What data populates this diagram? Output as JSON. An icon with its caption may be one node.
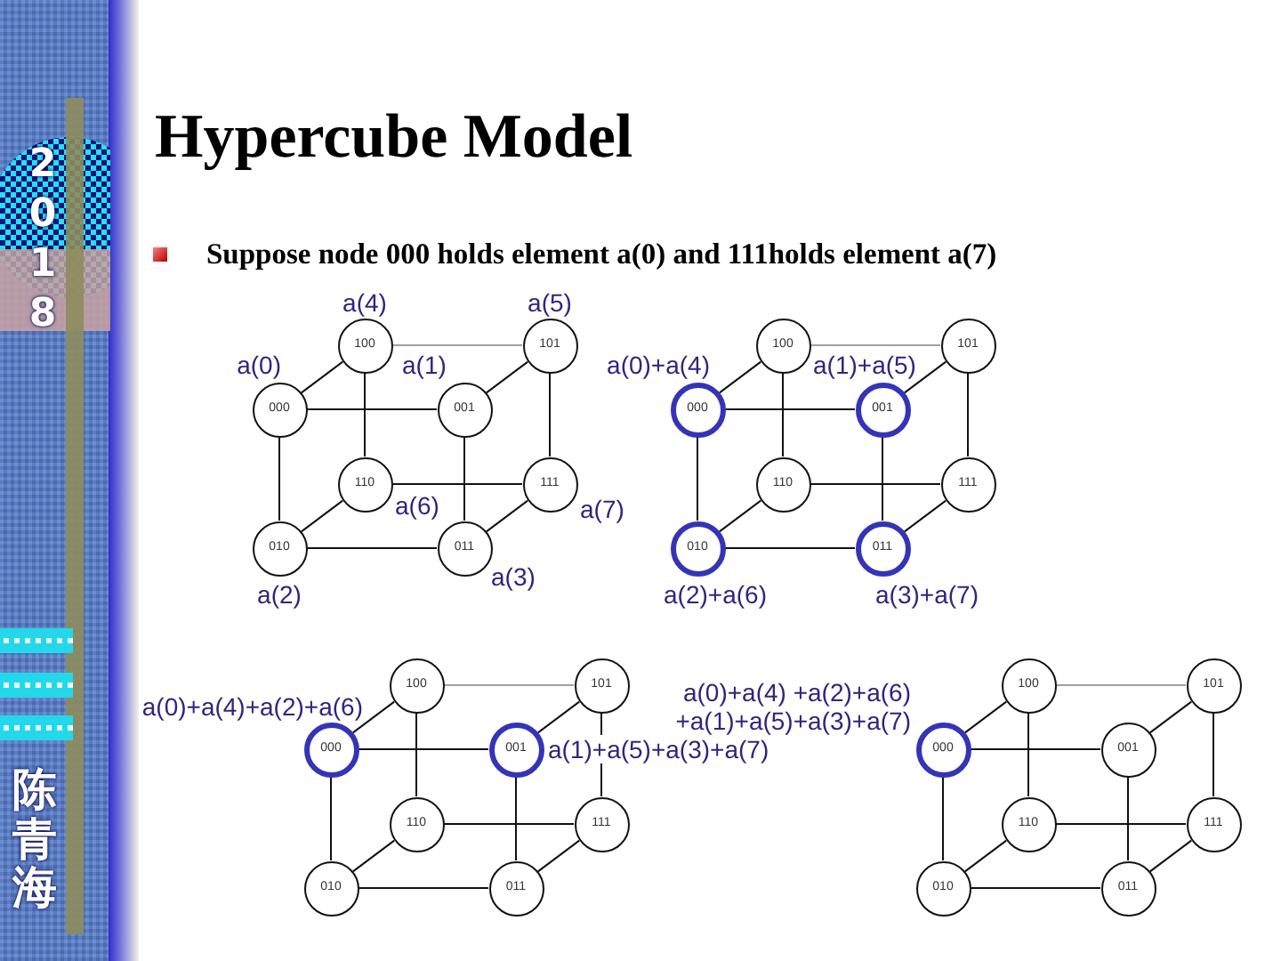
{
  "diagram": {
    "title": "Hypercube Model",
    "nodes": [
      {
        "text": [
          "100"
        ],
        "beside": [
          "a(4)"
        ]
      },
      {
        "text": [
          "101"
        ],
        "beside": [
          "a(5)"
        ]
      },
      {
        "text": [
          "000"
        ],
        "beside": [
          "a(0)"
        ]
      },
      {
        "text": [
          "001"
        ],
        "beside": [
          "a(1)"
        ]
      },
      {
        "text": [
          "110"
        ],
        "beside": [
          "a(6)"
        ]
      },
      {
        "text": [
          "111"
        ],
        "beside": [
          "a(7)"
        ]
      },
      {
        "text": [
          "010"
        ],
        "beside": [
          "a(2)"
        ]
      },
      {
        "text": [
          "011"
        ],
        "beside": [
          "a(3)"
        ]
      },
      {
        "text": [
          "100"
        ]
      },
      {
        "text": [
          "101"
        ]
      },
      {
        "text": [
          "000"
        ],
        "beside": [
          "a(0)+a(4)"
        ]
      },
      {
        "text": [
          "001"
        ],
        "beside": [
          "a(1)+a(5)"
        ]
      },
      {
        "text": [
          "110"
        ]
      },
      {
        "text": [
          "111"
        ]
      },
      {
        "text": [
          "010"
        ],
        "beside": [
          "a(2)+a(6)"
        ]
      },
      {
        "text": [
          "011"
        ],
        "beside": [
          "a(3)+a(7)"
        ]
      },
      {
        "text": [
          "100"
        ]
      },
      {
        "text": [
          "101"
        ]
      },
      {
        "text": [
          "000"
        ],
        "beside": [
          "a(0)+a(4)+a(2)+a(6)"
        ]
      },
      {
        "text": [
          "001"
        ],
        "beside": [
          "a(1)+a(5)+a(3)+a(7)"
        ]
      },
      {
        "text": [
          "110"
        ]
      },
      {
        "text": [
          "111"
        ]
      },
      {
        "text": [
          "010"
        ]
      },
      {
        "text": [
          "011"
        ]
      },
      {
        "text": [
          "100"
        ]
      },
      {
        "text": [
          "101"
        ]
      },
      {
        "text": [
          "000"
        ],
        "beside": [
          "a(0)+a(4) +a(2)+a(6) +a(1)+a(5)+a(3)+a(7)"
        ]
      },
      {
        "text": [
          "001"
        ]
      },
      {
        "text": [
          "110"
        ]
      },
      {
        "text": [
          "111"
        ]
      },
      {
        "text": [
          "010"
        ]
      },
      {
        "text": [
          "011"
        ]
      }
    ],
    "edges": [
      {
        "from": 0,
        "to": 1,
        "arrow": "none",
        "color": "#a0a0a0"
      },
      {
        "from": 2,
        "to": 0,
        "arrow": "none"
      },
      {
        "from": 3,
        "to": 1,
        "arrow": "none"
      },
      {
        "from": 2,
        "to": 3,
        "arrow": "none"
      },
      {
        "from": 0,
        "to": 4,
        "arrow": "none"
      },
      {
        "from": 1,
        "to": 5,
        "arrow": "none"
      },
      {
        "from": 2,
        "to": 6,
        "arrow": "none"
      },
      {
        "from": 3,
        "to": 7,
        "arrow": "none"
      },
      {
        "from": 4,
        "to": 5,
        "arrow": "none"
      },
      {
        "from": 6,
        "to": 4,
        "arrow": "none"
      },
      {
        "from": 7,
        "to": 5,
        "arrow": "none"
      },
      {
        "from": 6,
        "to": 7,
        "arrow": "none"
      },
      {
        "from": 8,
        "to": 9,
        "arrow": "none",
        "color": "#a0a0a0"
      },
      {
        "from": 10,
        "to": 8,
        "arrow": "none"
      },
      {
        "from": 11,
        "to": 9,
        "arrow": "none"
      },
      {
        "from": 10,
        "to": 11,
        "arrow": "none"
      },
      {
        "from": 8,
        "to": 12,
        "arrow": "none"
      },
      {
        "from": 9,
        "to": 13,
        "arrow": "none"
      },
      {
        "from": 10,
        "to": 14,
        "arrow": "none"
      },
      {
        "from": 11,
        "to": 15,
        "arrow": "none"
      },
      {
        "from": 12,
        "to": 13,
        "arrow": "none"
      },
      {
        "from": 14,
        "to": 12,
        "arrow": "none"
      },
      {
        "from": 15,
        "to": 13,
        "arrow": "none"
      },
      {
        "from": 14,
        "to": 15,
        "arrow": "none"
      },
      {
        "from": 16,
        "to": 17,
        "arrow": "none",
        "color": "#a0a0a0"
      },
      {
        "from": 18,
        "to": 16,
        "arrow": "none"
      },
      {
        "from": 19,
        "to": 17,
        "arrow": "none"
      },
      {
        "from": 18,
        "to": 19,
        "arrow": "none"
      },
      {
        "from": 16,
        "to": 20,
        "arrow": "none"
      },
      {
        "from": 17,
        "to": 21,
        "arrow": "none"
      },
      {
        "from": 18,
        "to": 22,
        "arrow": "none"
      },
      {
        "from": 19,
        "to": 23,
        "arrow": "none"
      },
      {
        "from": 20,
        "to": 21,
        "arrow": "none"
      },
      {
        "from": 22,
        "to": 20,
        "arrow": "none"
      },
      {
        "from": 23,
        "to": 21,
        "arrow": "none"
      },
      {
        "from": 22,
        "to": 23,
        "arrow": "none"
      },
      {
        "from": 24,
        "to": 25,
        "arrow": "none",
        "color": "#a0a0a0"
      },
      {
        "from": 26,
        "to": 24,
        "arrow": "none"
      },
      {
        "from": 27,
        "to": 25,
        "arrow": "none"
      },
      {
        "from": 26,
        "to": 27,
        "arrow": "none"
      },
      {
        "from": 24,
        "to": 28,
        "arrow": "none"
      },
      {
        "from": 25,
        "to": 29,
        "arrow": "none"
      },
      {
        "from": 26,
        "to": 30,
        "arrow": "none"
      },
      {
        "from": 27,
        "to": 31,
        "arrow": "none"
      },
      {
        "from": 28,
        "to": 29,
        "arrow": "none"
      },
      {
        "from": 30,
        "to": 28,
        "arrow": "none"
      },
      {
        "from": 31,
        "to": 29,
        "arrow": "none"
      },
      {
        "from": 30,
        "to": 31,
        "arrow": "none"
      }
    ],
    "labels": [
      "2018",
      "Suppose node 000 holds element a(0) and 111holds element a(7)",
      "陈青海"
    ]
  }
}
